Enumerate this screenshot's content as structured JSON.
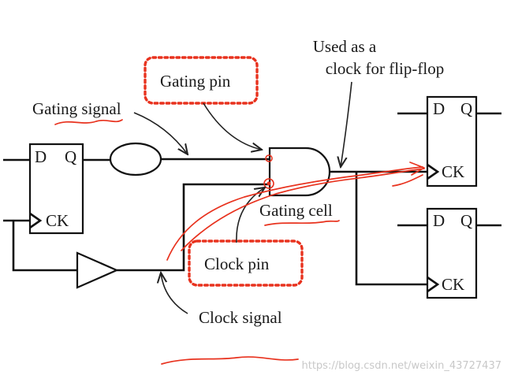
{
  "labels": {
    "gating_signal": "Gating signal",
    "gating_pin": "Gating pin",
    "used_as_line1": "Used as a",
    "used_as_line2": "clock for flip-flop",
    "gating_cell": "Gating cell",
    "clock_pin": "Clock pin",
    "clock_signal": "Clock signal"
  },
  "flip_flops": [
    {
      "d": "D",
      "q": "Q",
      "ck": "CK"
    },
    {
      "d": "D",
      "q": "Q",
      "ck": "CK"
    },
    {
      "d": "D",
      "q": "Q",
      "ck": "CK"
    }
  ],
  "watermark": "https://blog.csdn.net/weixin_43727437",
  "colors": {
    "ink": "#111111",
    "annotation": "#e8321e",
    "watermark": "#c8c8c8"
  }
}
